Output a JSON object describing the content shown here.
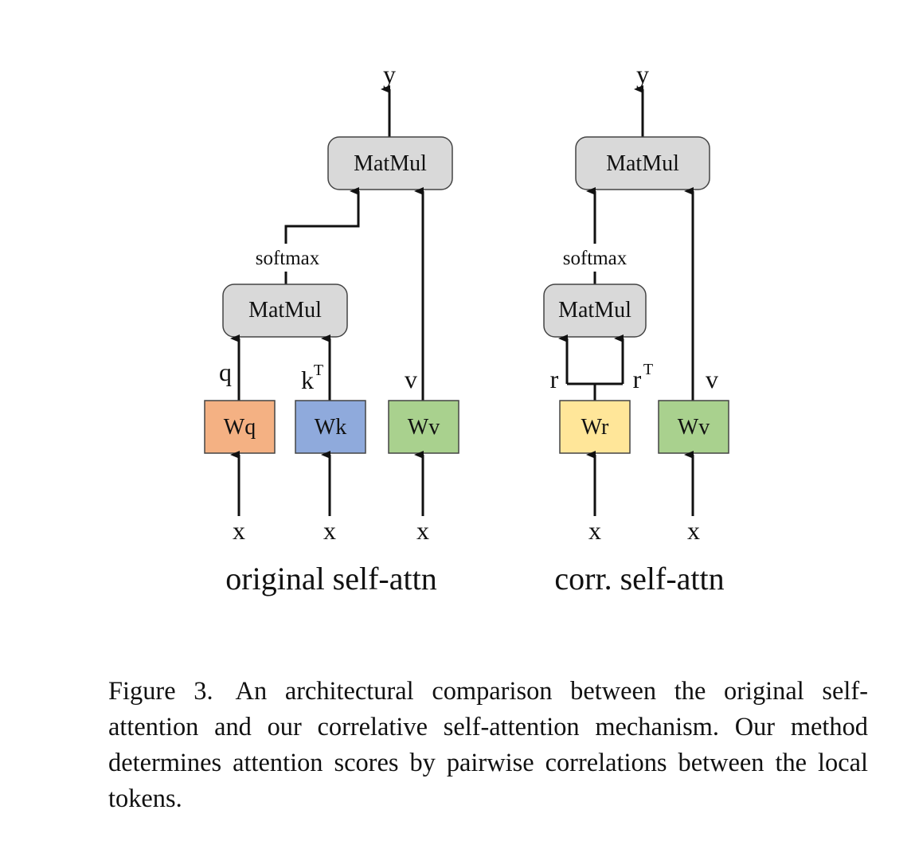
{
  "left_diagram": {
    "title": "original self-attn",
    "output": "y",
    "top_matmul": "MatMul",
    "softmax": "softmax",
    "inner_matmul": "MatMul",
    "q_label": "q",
    "k_label": "k",
    "k_sup": "T",
    "v_label": "v",
    "wq": "Wq",
    "wk": "Wk",
    "wv": "Wv",
    "inputs": [
      "x",
      "x",
      "x"
    ]
  },
  "right_diagram": {
    "title": "corr. self-attn",
    "output": "y",
    "top_matmul": "MatMul",
    "softmax": "softmax",
    "inner_matmul": "MatMul",
    "r_label": "r",
    "rt_label": "r",
    "rt_sup": "T",
    "v_label": "v",
    "wr": "Wr",
    "wv": "Wv",
    "inputs": [
      "x",
      "x"
    ]
  },
  "colors": {
    "wq": "#F4B183",
    "wk": "#8FAADC",
    "wv": "#A9D18E",
    "wr": "#FFE699",
    "matmul": "#D9D9D9"
  },
  "caption": {
    "figure_number": "Figure 3.",
    "text": "An architectural comparison between the original self-attention and our correlative self-attention mechanism. Our method determines attention scores by pairwise correlations between the local tokens."
  }
}
